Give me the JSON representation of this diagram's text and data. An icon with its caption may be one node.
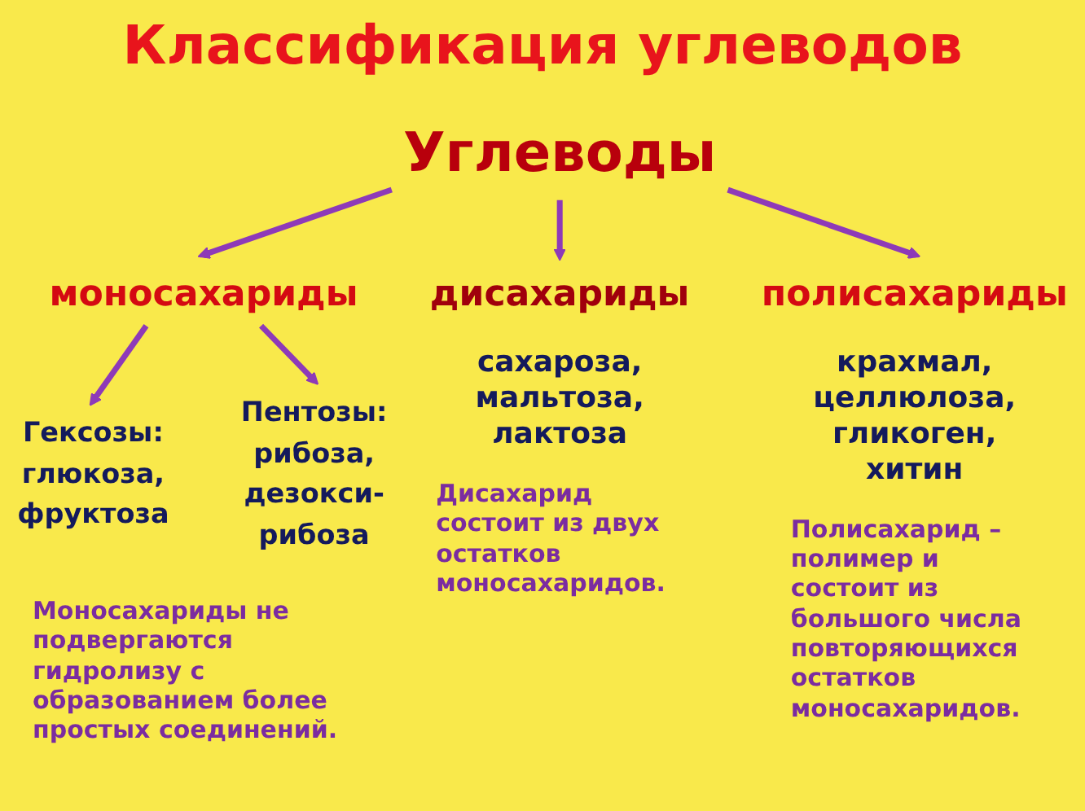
{
  "diagram": {
    "title": "Классификация углеводов",
    "nodes": [
      {
        "text": [
          "Углеводы"
        ]
      },
      {
        "text": [
          "моносахариды"
        ]
      },
      {
        "text": [
          "дисахариды"
        ],
        "beside": [
          "сахароза, мальтоза, лактоза",
          "Дисахарид состоит из двух остатков моносахаридов."
        ]
      },
      {
        "text": [
          "полисахариды"
        ],
        "beside": [
          "крахмал, целлюлоза, гликоген, хитин",
          "Полисахарид – полимер и состоит из большого числа повторяющихся остатков моносахаридов."
        ]
      },
      {
        "text": [
          "Гексозы: глюкоза, фруктоза"
        ]
      },
      {
        "text": [
          "Пентозы: рибоза, дезокси- рибоза"
        ]
      }
    ],
    "edges": [
      {
        "from": 0,
        "to": 1,
        "arrow": "to"
      },
      {
        "from": 0,
        "to": 2,
        "arrow": "to"
      },
      {
        "from": 0,
        "to": 3,
        "arrow": "to"
      },
      {
        "from": 1,
        "to": 4,
        "arrow": "to"
      },
      {
        "from": 1,
        "to": 5,
        "arrow": "to"
      }
    ],
    "labels": [
      "Моносахариды не подвергаются гидролизу с образованием более простых соединений."
    ]
  }
}
